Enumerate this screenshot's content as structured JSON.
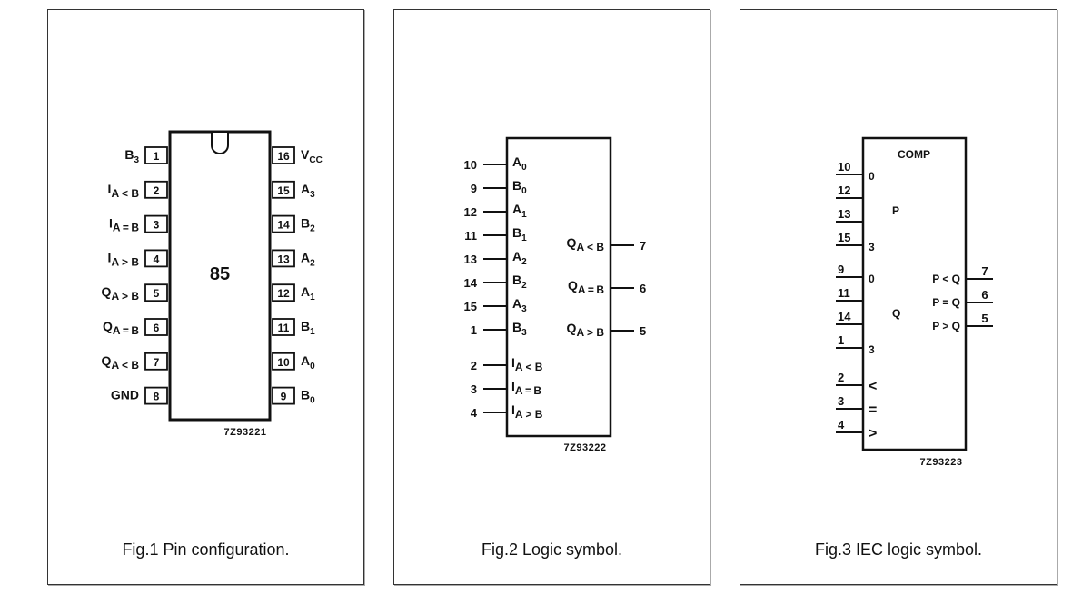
{
  "figures": [
    {
      "caption": "Fig.1  Pin configuration.",
      "chip_label": "85",
      "drawing_code": "7Z93221",
      "left_pins": [
        {
          "num": "1",
          "name": "B",
          "sub": "3",
          "pre": ""
        },
        {
          "num": "2",
          "name": "A<B",
          "sub": "",
          "pre": "I"
        },
        {
          "num": "3",
          "name": "A=B",
          "sub": "",
          "pre": "I"
        },
        {
          "num": "4",
          "name": "A>B",
          "sub": "",
          "pre": "I"
        },
        {
          "num": "5",
          "name": "A>B",
          "sub": "",
          "pre": "Q"
        },
        {
          "num": "6",
          "name": "A=B",
          "sub": "",
          "pre": "Q"
        },
        {
          "num": "7",
          "name": "A<B",
          "sub": "",
          "pre": "Q"
        },
        {
          "num": "8",
          "name": "GND",
          "sub": "",
          "pre": ""
        }
      ],
      "right_pins": [
        {
          "num": "16",
          "name": "V",
          "sub": "CC"
        },
        {
          "num": "15",
          "name": "A",
          "sub": "3"
        },
        {
          "num": "14",
          "name": "B",
          "sub": "2"
        },
        {
          "num": "13",
          "name": "A",
          "sub": "2"
        },
        {
          "num": "12",
          "name": "A",
          "sub": "1"
        },
        {
          "num": "11",
          "name": "B",
          "sub": "1"
        },
        {
          "num": "10",
          "name": "A",
          "sub": "0"
        },
        {
          "num": "9",
          "name": "B",
          "sub": "0"
        }
      ]
    },
    {
      "caption": "Fig.2  Logic symbol.",
      "drawing_code": "7Z93222",
      "inputs": [
        {
          "num": "10",
          "name": "A",
          "sub": "0"
        },
        {
          "num": "9",
          "name": "B",
          "sub": "0"
        },
        {
          "num": "12",
          "name": "A",
          "sub": "1"
        },
        {
          "num": "11",
          "name": "B",
          "sub": "1"
        },
        {
          "num": "13",
          "name": "A",
          "sub": "2"
        },
        {
          "num": "14",
          "name": "B",
          "sub": "2"
        },
        {
          "num": "15",
          "name": "A",
          "sub": "3"
        },
        {
          "num": "1",
          "name": "B",
          "sub": "3"
        }
      ],
      "cascade_inputs": [
        {
          "num": "2",
          "pre": "I",
          "name": "A<B"
        },
        {
          "num": "3",
          "pre": "I",
          "name": "A=B"
        },
        {
          "num": "4",
          "pre": "I",
          "name": "A>B"
        }
      ],
      "outputs": [
        {
          "num": "7",
          "pre": "Q",
          "name": "A<B"
        },
        {
          "num": "6",
          "pre": "Q",
          "name": "A=B"
        },
        {
          "num": "5",
          "pre": "Q",
          "name": "A>B"
        }
      ]
    },
    {
      "caption": "Fig.3  IEC logic symbol.",
      "drawing_code": "7Z93223",
      "block_label": "COMP",
      "p_group": {
        "label": "P",
        "pins": [
          "10",
          "12",
          "13",
          "15"
        ],
        "first": "0",
        "last": "3"
      },
      "q_group": {
        "label": "Q",
        "pins": [
          "9",
          "11",
          "14",
          "1"
        ],
        "first": "0",
        "last": "3"
      },
      "cascade_inputs": [
        {
          "num": "2",
          "sym": "<"
        },
        {
          "num": "3",
          "sym": "="
        },
        {
          "num": "4",
          "sym": ">"
        }
      ],
      "outputs": [
        {
          "num": "7",
          "label": "P<Q"
        },
        {
          "num": "6",
          "label": "P=Q"
        },
        {
          "num": "5",
          "label": "P>Q"
        }
      ]
    }
  ]
}
